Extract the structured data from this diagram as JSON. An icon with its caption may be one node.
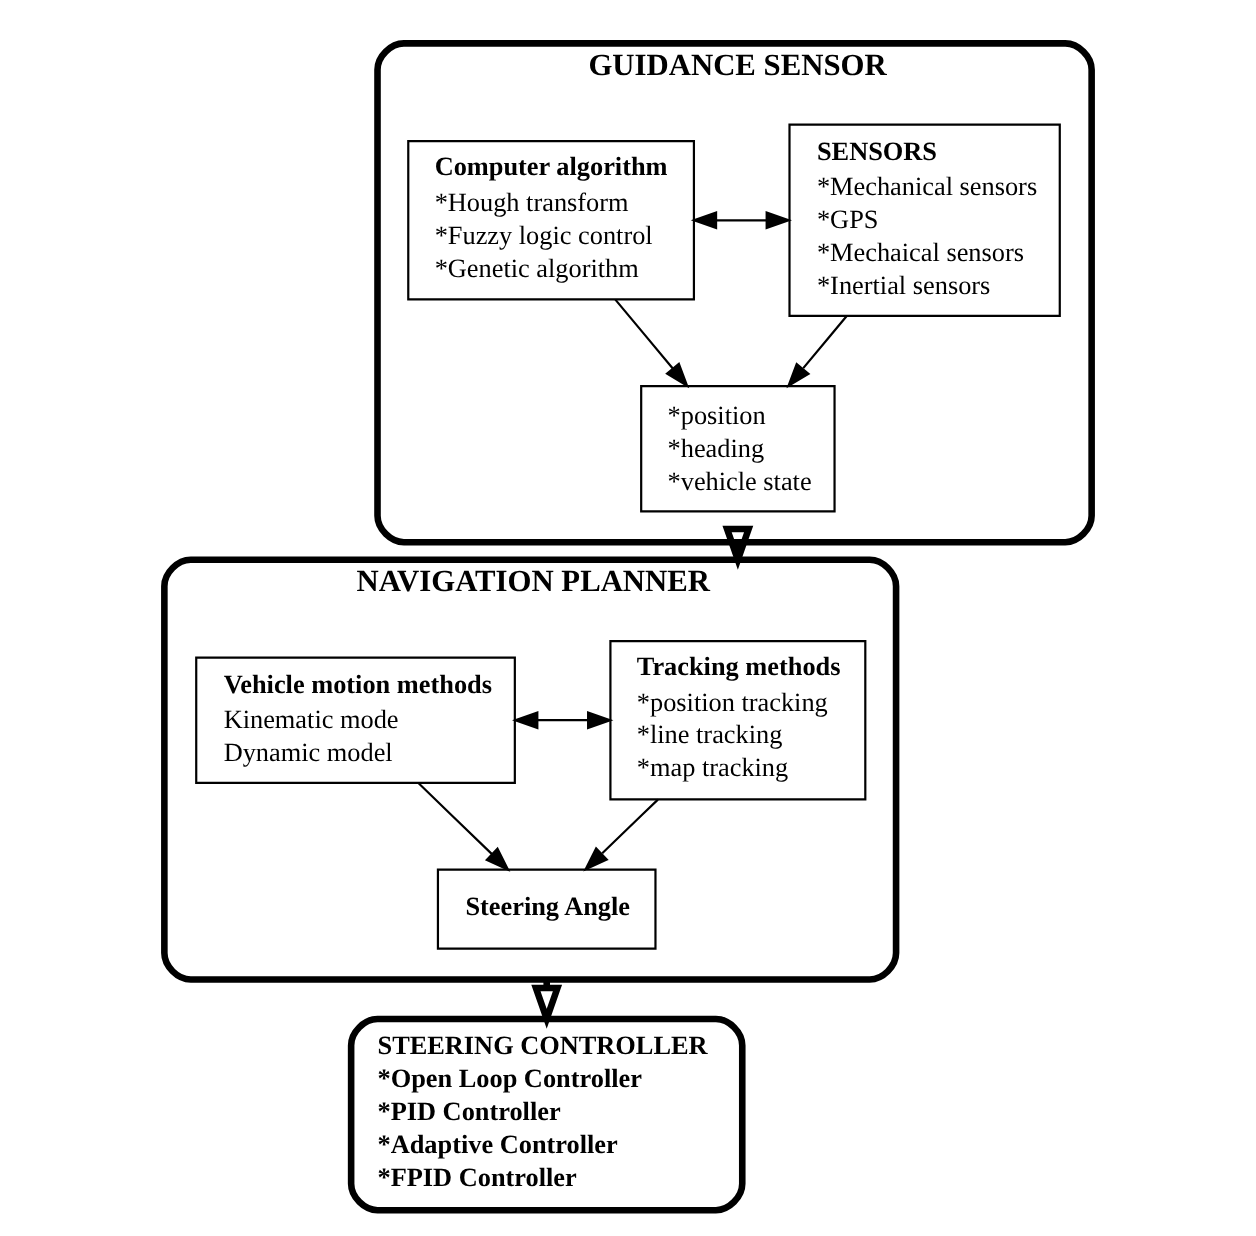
{
  "diagram": {
    "nodes": [
      {
        "text": [
          "GUIDANCE SENSOR"
        ]
      },
      {
        "text": [
          "SENSORS",
          "*Mechanical sensors",
          "*GPS",
          "*Mechaical sensors",
          "*Inertial sensors"
        ],
        "in": 0
      },
      {
        "text": [
          "Computer algorithm",
          "*Hough transform",
          "*Fuzzy logic control",
          "*Genetic algorithm"
        ],
        "in": 0
      },
      {
        "text": [
          "*position",
          "*heading",
          "*vehicle state"
        ],
        "in": 0
      },
      {
        "text": [
          "NAVIGATION PLANNER"
        ]
      },
      {
        "text": [
          "Tracking methods",
          "*position tracking",
          "*line tracking",
          "*map tracking"
        ],
        "in": 4
      },
      {
        "text": [
          "Vehicle motion methods",
          "Kinematic mode",
          "Dynamic model"
        ],
        "in": 4
      },
      {
        "text": [
          "Steering Angle"
        ],
        "in": 4
      },
      {
        "text": [
          "STEERING CONTROLLER",
          "*Open Loop Controller",
          "*PID Controller",
          "*Adaptive Controller",
          "*FPID Controller"
        ]
      }
    ],
    "edges": [
      {
        "from": 1,
        "to": 2,
        "arrow": "both"
      },
      {
        "from": 1,
        "to": 3,
        "arrow": "to"
      },
      {
        "from": 2,
        "to": 3,
        "arrow": "to"
      },
      {
        "from": 0,
        "to": 4,
        "arrow": "to",
        "style": "thick"
      },
      {
        "from": 5,
        "to": 6,
        "arrow": "both"
      },
      {
        "from": 5,
        "to": 7,
        "arrow": "to"
      },
      {
        "from": 6,
        "to": 7,
        "arrow": "to"
      },
      {
        "from": 4,
        "to": 8,
        "arrow": "to",
        "style": "thick"
      }
    ]
  }
}
